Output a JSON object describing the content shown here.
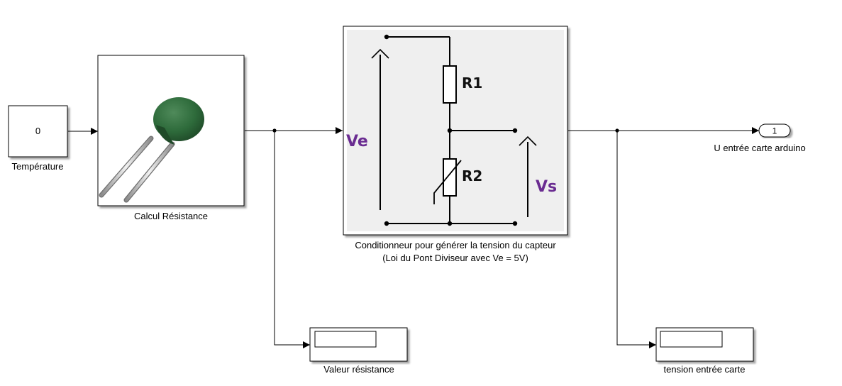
{
  "blocks": {
    "temperature": {
      "label": "Température",
      "value": "0"
    },
    "calcul_resistance": {
      "label": "Calcul Résistance"
    },
    "conditionneur": {
      "label_line1": "Conditionneur pour générer la tension du capteur",
      "label_line2": "(Loi du Pont Diviseur avec Ve = 5V)",
      "circuit": {
        "r1": "R1",
        "r2": "R2",
        "ve": "Ve",
        "vs": "Vs"
      }
    },
    "outport": {
      "number": "1",
      "label": "U entrée carte arduino"
    },
    "display_resistance": {
      "label": "Valeur résistance"
    },
    "display_tension": {
      "label": "tension entrée carte"
    }
  },
  "colors": {
    "line": "#000000",
    "block_border": "#000000",
    "voltage_label": "#6a2c91",
    "thermistor_body": "#2e6b3b",
    "lead_metal": "#c9c9c9"
  }
}
